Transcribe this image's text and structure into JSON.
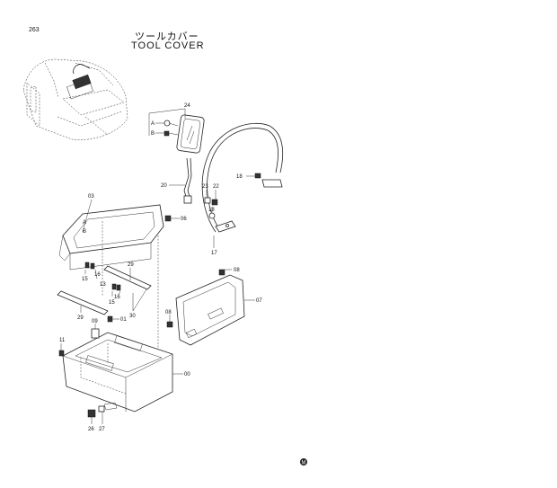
{
  "page": {
    "number": "263"
  },
  "title": {
    "japanese": "ツールカバー",
    "english": "TOOL COVER"
  },
  "labels": {
    "l00": "00",
    "l01": "01",
    "l03": "03",
    "l06": "06",
    "l07": "07",
    "l08a": "08",
    "l08b": "08",
    "l09": "09",
    "l11": "11",
    "l13": "13",
    "l15a": "15",
    "l15b": "15",
    "l16a": "16",
    "l16b": "16",
    "l17": "17",
    "l18a": "18",
    "l18b": "18",
    "l20": "20",
    "l22": "22",
    "l23": "23",
    "l24": "24",
    "l26": "26",
    "l27": "27",
    "l29a": "29",
    "l29b": "29",
    "l30": "30",
    "refA_top": "A",
    "refB_top": "B",
    "refA_low": "A",
    "refB_low": "B"
  },
  "footer_mark": "M"
}
